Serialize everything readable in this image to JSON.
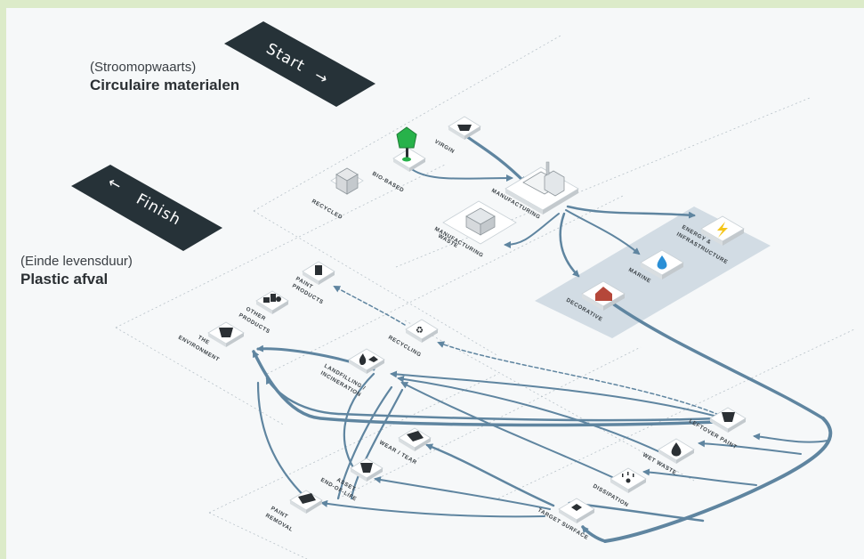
{
  "start_banner": {
    "label": "Start",
    "arrow": "→"
  },
  "finish_banner": {
    "label": "Finish",
    "arrow": "←"
  },
  "upstream": {
    "subtitle": "(Stroomopwaarts)",
    "title": "Circulaire materialen"
  },
  "endoflife": {
    "subtitle": "(Einde levensduur)",
    "title": "Plastic afval"
  },
  "nodes": {
    "virgin": {
      "label": "VIRGIN",
      "icon": "mine-cart-icon"
    },
    "bio_based": {
      "label": "BIO-BASED",
      "icon": "tree-icon"
    },
    "recycled": {
      "label": "RECYCLED",
      "icon": "recycled-bale-icon"
    },
    "manufacturing": {
      "label": "MANUFACTURING",
      "icon": "factory-icon"
    },
    "manufacturing_waste": {
      "label1": "MANUFACTURING",
      "label2": "WASTE",
      "icon": "waste-bin-icon"
    },
    "energy": {
      "label1": "ENERGY &",
      "label2": "INFRASTRUCTURE",
      "icon": "lightning-icon",
      "color": "#f5c518"
    },
    "marine": {
      "label": "MARINE",
      "icon": "water-drop-icon",
      "color": "#2b8fd6"
    },
    "decorative": {
      "label": "DECORATIVE",
      "icon": "house-icon",
      "color": "#b5473a"
    },
    "paint_products": {
      "label1": "PAINT",
      "label2": "PRODUCTS",
      "icon": "paint-can-icon"
    },
    "other_products": {
      "label1": "OTHER",
      "label2": "PRODUCTS",
      "icon": "products-icon"
    },
    "environment": {
      "label1": "THE",
      "label2": "ENVIRONMENT",
      "icon": "environment-icon"
    },
    "recycling": {
      "label": "RECYCLING",
      "icon": "recycle-icon"
    },
    "landfilling": {
      "label1": "LANDFILLING /",
      "label2": "INCINERATION",
      "icon": "fire-icon"
    },
    "leftover_paint": {
      "label": "LEFTOVER PAINT",
      "icon": "paint-bucket-icon"
    },
    "wet_waste": {
      "label": "WET WASTE",
      "icon": "wet-drop-icon"
    },
    "dissipation": {
      "label": "DISSIPATION",
      "icon": "dissipation-icon"
    },
    "wear_tear": {
      "label": "WEAR / TEAR",
      "icon": "wear-icon"
    },
    "asset_eol": {
      "label1": "ASSET",
      "label2": "END-OF-LIFE",
      "icon": "bin-icon"
    },
    "paint_removal": {
      "label1": "PAINT",
      "label2": "REMOVAL",
      "icon": "scraper-icon"
    },
    "target_surface": {
      "label": "TARGET SURFACE",
      "icon": "surface-icon"
    }
  },
  "colors": {
    "flow": "#5f85a0",
    "panel": "#d2dce4",
    "banner": "#263238",
    "background": "#f6f8f9",
    "outer": "#dcebc9"
  }
}
